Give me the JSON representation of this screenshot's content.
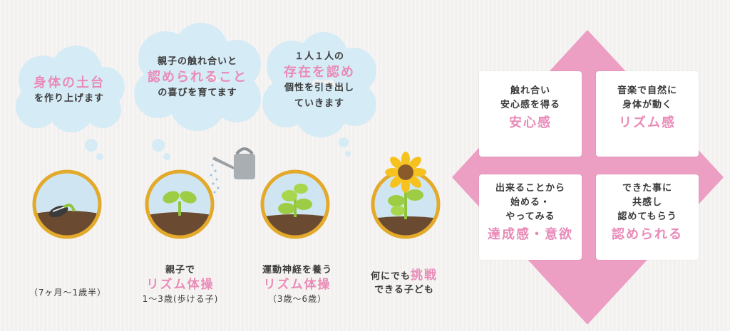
{
  "clouds": [
    {
      "highlight": "身体の土台",
      "line2": "を作り上げます"
    },
    {
      "line1": "親子の触れ合いと",
      "highlight": "認められること",
      "line3": "の喜びを育てます"
    },
    {
      "line1": "１人１人の",
      "highlight": "存在を認め",
      "line3": "個性を引き出し",
      "line4": "ていきます"
    }
  ],
  "stages": [
    {
      "age": "（7ヶ月〜1歳半）"
    },
    {
      "line1": "親子で",
      "highlight": "リズム体操",
      "age": "1〜3歳(歩ける子)"
    },
    {
      "line1": "運動神経を養う",
      "highlight": "リズム体操",
      "age": "（3歳〜6歳）"
    },
    {
      "line1_pre": "何にでも",
      "highlight": "挑戦",
      "line2": "できる子ども"
    }
  ],
  "quadrants": [
    {
      "line1": "触れ合い",
      "line2": "安心感を得る",
      "highlight": "安心感"
    },
    {
      "line1": "音楽で自然に",
      "line2": "身体が動く",
      "highlight": "リズム感"
    },
    {
      "line1": "出来ることから",
      "line2": "始める・",
      "line3": "やってみる",
      "highlight": "達成感・意欲"
    },
    {
      "line1": "できた事に",
      "line2": "共感し",
      "line3": "認めてもらう",
      "highlight": "認められる"
    }
  ],
  "colors": {
    "accent": "#e98bb8",
    "diamond": "#ec9ec3",
    "sky": "#cfe6f2",
    "soil": "#6b4a32",
    "ring": "#e3a92b",
    "leaf": "#8fc53a"
  }
}
